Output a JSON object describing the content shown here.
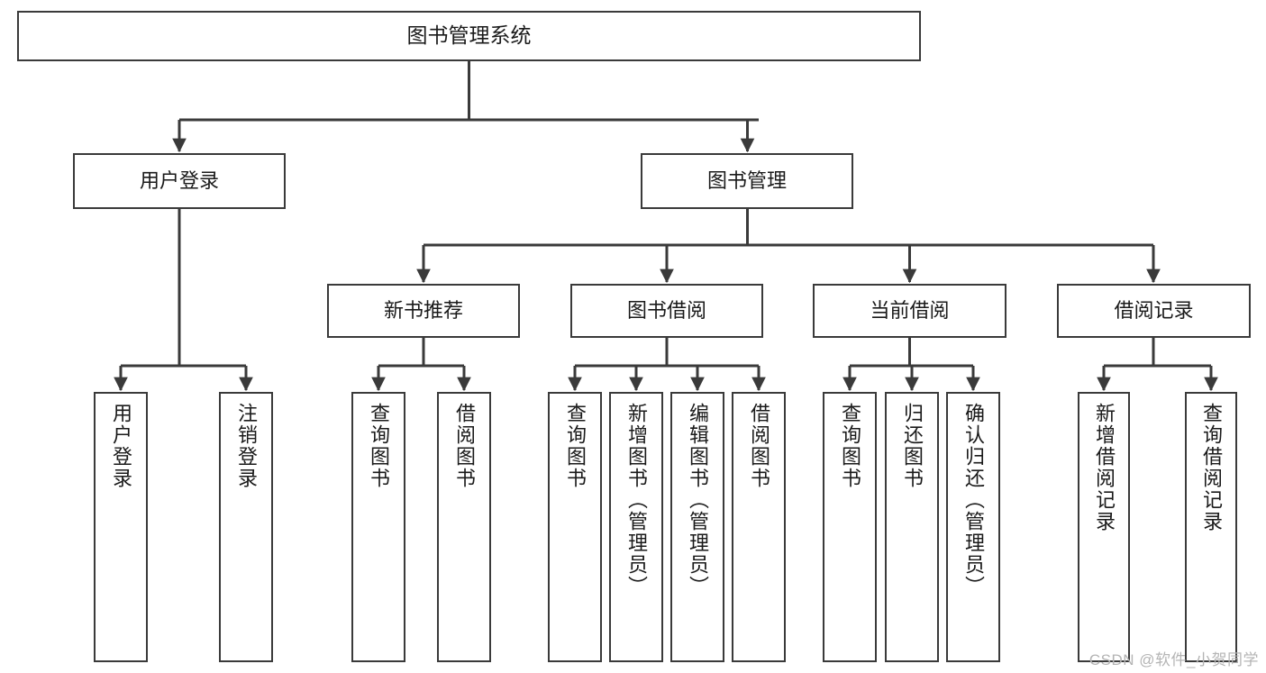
{
  "diagram": {
    "type": "tree",
    "title": "图书管理系统",
    "watermark": "CSDN @软件_小贺同学",
    "colors": {
      "box_border": "#3a3a3a",
      "box_fill": "#ffffff",
      "connector": "#3a3a3a",
      "text": "#1a1a1a",
      "watermark": "#b4b4b4"
    },
    "nodes": {
      "root": {
        "label": "图书管理系统"
      },
      "level2": [
        {
          "label": "用户登录"
        },
        {
          "label": "图书管理"
        }
      ],
      "level3": [
        {
          "label": "新书推荐"
        },
        {
          "label": "图书借阅"
        },
        {
          "label": "当前借阅"
        },
        {
          "label": "借阅记录"
        }
      ],
      "leaves": {
        "user_login": [
          {
            "label": "用户登录"
          },
          {
            "label": "注销登录"
          }
        ],
        "new_books": [
          {
            "label": "查询图书"
          },
          {
            "label": "借阅图书"
          }
        ],
        "book_borrow": [
          {
            "label": "查询图书"
          },
          {
            "label": "新增图书（管理员）"
          },
          {
            "label": "编辑图书（管理员）"
          },
          {
            "label": "借阅图书"
          }
        ],
        "current_borrow": [
          {
            "label": "查询图书"
          },
          {
            "label": "归还图书"
          },
          {
            "label": "确认归还（管理员）"
          }
        ],
        "borrow_records": [
          {
            "label": "新增借阅记录"
          },
          {
            "label": "查询借阅记录"
          }
        ]
      }
    }
  }
}
